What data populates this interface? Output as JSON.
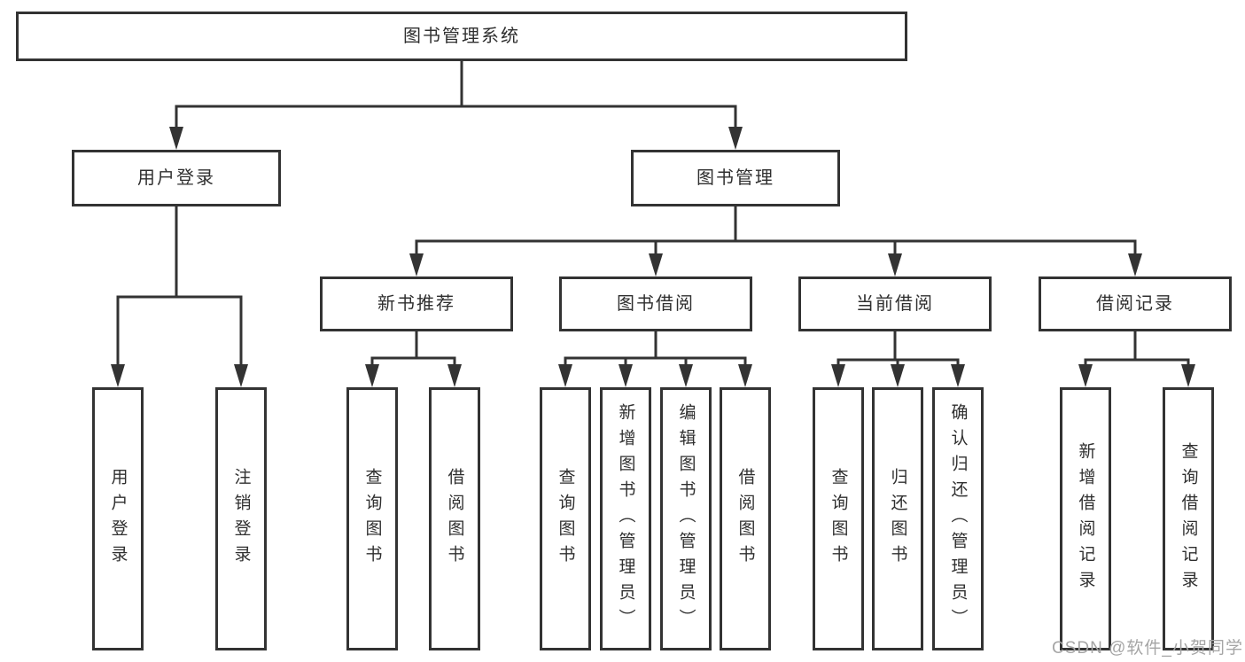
{
  "tree": {
    "label": "图书管理系统",
    "children": [
      {
        "label": "用户登录",
        "children": [
          {
            "label": "用户登录"
          },
          {
            "label": "注销登录"
          }
        ]
      },
      {
        "label": "图书管理",
        "children": [
          {
            "label": "新书推荐",
            "children": [
              {
                "label": "查询图书"
              },
              {
                "label": "借阅图书"
              }
            ]
          },
          {
            "label": "图书借阅",
            "children": [
              {
                "label": "查询图书"
              },
              {
                "label": "新增图书（管理员）"
              },
              {
                "label": "编辑图书（管理员）"
              },
              {
                "label": "借阅图书"
              }
            ]
          },
          {
            "label": "当前借阅",
            "children": [
              {
                "label": "查询图书"
              },
              {
                "label": "归还图书"
              },
              {
                "label": "确认归还（管理员）"
              }
            ]
          },
          {
            "label": "借阅记录",
            "children": [
              {
                "label": "新增借阅记录"
              },
              {
                "label": "查询借阅记录"
              }
            ]
          }
        ]
      }
    ]
  },
  "watermark": "CSDN @软件_小贺同学",
  "colors": {
    "line": "#333333",
    "box_border": "#333333",
    "text": "#2f2f2f",
    "watermark": "#a5a5a5",
    "background": "#ffffff"
  }
}
